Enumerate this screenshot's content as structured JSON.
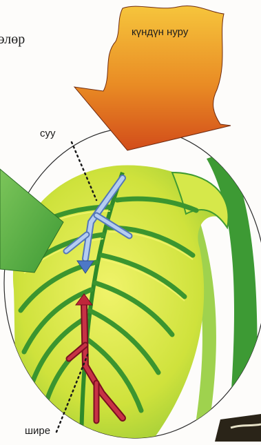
{
  "labels": {
    "top_left_fragment": "элөр",
    "sunlight": "күндүн нуру",
    "water": "суу",
    "sap": "шире"
  },
  "colors": {
    "sun_arrow_top": "#f5c23a",
    "sun_arrow_bottom": "#d9541c",
    "left_arrow": "#5fb345",
    "leaf_light": "#e6ec4a",
    "leaf_dark": "#2f8f2a",
    "water_arrow": "#8fb3e6",
    "sap_arrow": "#b8243b",
    "circle_outline": "#2b2b2b"
  },
  "icons": [
    "sun-arrow-icon",
    "green-arrow-icon",
    "water-flow-arrow-icon",
    "sap-flow-arrow-icon",
    "leaf-illustration"
  ]
}
